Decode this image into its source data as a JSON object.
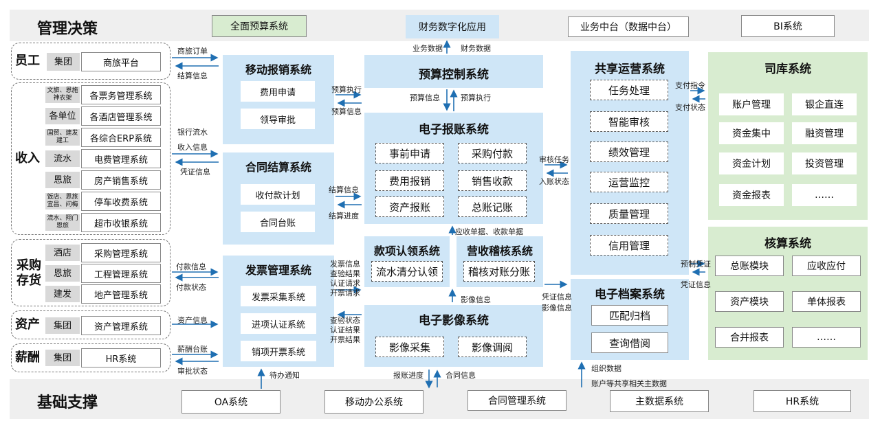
{
  "top": {
    "title": "管理决策",
    "boxes": [
      "全面预算系统",
      "财务数字化应用",
      "业务中台（数据中台）",
      "BI系统"
    ]
  },
  "bottom": {
    "title": "基础支撑",
    "boxes": [
      "OA系统",
      "移动办公系统",
      "合同管理系统",
      "主数据系统",
      "HR系统"
    ]
  },
  "groups": {
    "employee": {
      "label": "员工",
      "rows": [
        {
          "unit": "集团",
          "system": "商旅平台"
        }
      ]
    },
    "income": {
      "label": "收入",
      "rows": [
        {
          "unit": "文旅、恩施神农架",
          "system": "各票务管理系统"
        },
        {
          "unit": "各单位",
          "system": "各酒店管理系统"
        },
        {
          "unit": "国贸、建发建工",
          "system": "各综合ERP系统"
        },
        {
          "unit": "流水",
          "system": "电费管理系统"
        },
        {
          "unit": "恩旅",
          "system": "房产销售系统"
        },
        {
          "unit": "饭店、恩旅宜昌、问梅",
          "system": "停车收费系统"
        },
        {
          "unit": "流水、翔门恩旅",
          "system": "超市收银系统"
        }
      ]
    },
    "purchase": {
      "label": "采购存货",
      "rows": [
        {
          "unit": "酒店",
          "system": "采购管理系统"
        },
        {
          "unit": "恩旅",
          "system": "工程管理系统"
        },
        {
          "unit": "建发",
          "system": "地产管理系统"
        }
      ]
    },
    "asset": {
      "label": "资产",
      "rows": [
        {
          "unit": "集团",
          "system": "资产管理系统"
        }
      ]
    },
    "salary": {
      "label": "薪酬",
      "rows": [
        {
          "unit": "集团",
          "system": "HR系统"
        }
      ]
    }
  },
  "panels": {
    "mobile": {
      "title": "移动报销系统",
      "items": [
        "费用申请",
        "领导审批"
      ]
    },
    "contract": {
      "title": "合同结算系统",
      "items": [
        "收付款计划",
        "合同台账"
      ]
    },
    "invoice": {
      "title": "发票管理系统",
      "items": [
        "发票采集系统",
        "进项认证系统",
        "销项开票系统"
      ]
    },
    "budget": {
      "title": "预算控制系统"
    },
    "ebill": {
      "title": "电子报账系统",
      "items": [
        "事前申请",
        "采购付款",
        "费用报销",
        "销售收款",
        "资产报账",
        "总账记账"
      ]
    },
    "claim": {
      "title": "款项认领系统",
      "items": [
        "流水清分认领"
      ]
    },
    "audit": {
      "title": "营收稽核系统",
      "items": [
        "稽核对账分账"
      ]
    },
    "image": {
      "title": "电子影像系统",
      "items": [
        "影像采集",
        "影像调阅"
      ]
    },
    "shared": {
      "title": "共享运营系统",
      "items": [
        "任务处理",
        "智能审核",
        "绩效管理",
        "运营监控",
        "质量管理",
        "信用管理"
      ]
    },
    "archive": {
      "title": "电子档案系统",
      "items": [
        "匹配归档",
        "查询借阅"
      ]
    },
    "treasury": {
      "title": "司库系统",
      "items": [
        "账户管理",
        "银企直连",
        "资金集中",
        "融资管理",
        "资金计划",
        "投资管理",
        "资金报表",
        "……"
      ]
    },
    "accounting": {
      "title": "核算系统",
      "items": [
        "总账模块",
        "应收应付",
        "资产模块",
        "单体报表",
        "合并报表",
        "……"
      ]
    }
  },
  "flows": {
    "f1": "商旅订单",
    "f2": "结算信息",
    "f3": "银行流水",
    "f4": "收入信息",
    "f5": "凭证信息",
    "f6": "付款信息",
    "f7": "付款状态",
    "f8": "资产信息",
    "f9": "薪酬台账",
    "f10": "审批状态",
    "f11": "业务数据",
    "f12": "财务数据",
    "f13": "预算执行",
    "f14": "预算信息",
    "f15": "预算信息",
    "f16": "预算执行",
    "f17": "结算信息",
    "f18": "结算进度",
    "f19": "发票信息",
    "f20": "查验结果",
    "f21": "认证请求",
    "f22": "开票请求",
    "f23": "查验状态",
    "f24": "认证结果",
    "f25": "开票结果",
    "f26": "应收单据、收款单据",
    "f27": "影像信息",
    "f28": "审核任务",
    "f29": "入账状态",
    "f30": "凭证信息",
    "f31": "影像信息",
    "f32": "支付指令",
    "f33": "支付状态",
    "f34": "预制凭证",
    "f35": "凭证信息",
    "f36": "待办通知",
    "f37": "报账进度",
    "f38": "合同信息",
    "f39": "组织数据",
    "f40": "账户等共享相关主数据"
  }
}
